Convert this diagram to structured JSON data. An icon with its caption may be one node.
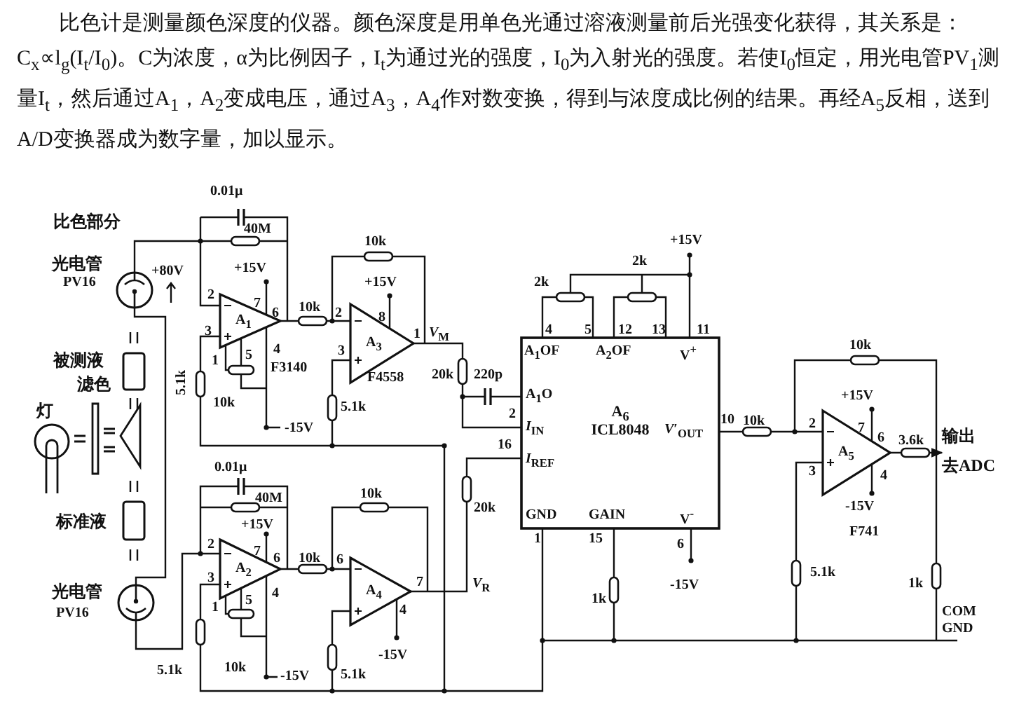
{
  "diagram": {
    "nodes": [
      {
        "text": [
          "A$_{1}$"
        ],
        "beside": [
          "F3140",
          "+15V"
        ]
      },
      {
        "text": [
          "A$_{3}$"
        ],
        "beside": [
          "F4558",
          "+15V"
        ]
      },
      {
        "text": [
          "A$_{2}$"
        ],
        "beside": [
          "+15V"
        ]
      },
      {
        "text": [
          "A$_{4}$"
        ],
        "beside": [
          "-15V"
        ]
      },
      {
        "text": [
          "A$_{6}$",
          "ICL8048"
        ]
      },
      {
        "text": [
          "A$_{5}$"
        ],
        "beside": [
          "F741",
          "+15V"
        ]
      },
      {
        "text": [],
        "shape": "circle",
        "beside": [
          "光电管",
          "PV16"
        ]
      },
      {
        "text": [],
        "shape": "circle",
        "beside": [
          "光电管",
          "PV16"
        ]
      },
      {
        "text": [
          "输出",
          "去ADC"
        ]
      }
    ],
    "edges": [
      {
        "from": 0,
        "to": 1,
        "arrow": "none"
      },
      {
        "from": 1,
        "to": 4,
        "arrow": "none"
      },
      {
        "from": 2,
        "to": 3,
        "arrow": "none"
      },
      {
        "from": 3,
        "to": 4,
        "arrow": "none"
      },
      {
        "from": 4,
        "to": 5,
        "arrow": "none"
      },
      {
        "from": 5,
        "to": 8,
        "arrow": "to"
      },
      {
        "from": 6,
        "to": 0,
        "arrow": "none"
      },
      {
        "from": 6,
        "to": 7,
        "arrow": "none"
      },
      {
        "from": 7,
        "to": 2,
        "arrow": "none"
      }
    ],
    "labels": [
      "比色计是测量颜色深度的仪器。颜色深度是用单色光通过溶液测量前后光强变化获得，其关系是：C$_{x}$∝l$_{g}$(I$_{t}$/I$_{0}$)。C为浓度，α为比例因子，I$_{t}$为通过光的强度，I$_{0}$为入射光的强度。若使I$_{0}$恒定，用光电管PV$_{1}$测量I$_{t}$，然后通过A$_{1}$，A$_{2}$变成电压，通过A$_{3}$，A$_{4}$作对数变换，得到与浓度成比例的结果。再经A$_{5}$反相，送到A/D变换器成为数字量，加以显示。",
      "比色部分",
      "+80V",
      "0.01μ",
      "40M",
      "2",
      "7",
      "6",
      "3",
      "1",
      "5",
      "4",
      "5.1k",
      "10k",
      "-15V",
      "10k",
      "10k",
      "2",
      "8",
      "3",
      "1",
      "*V*$_{M}$",
      "5.1k",
      "20k",
      "220p",
      "被测液",
      "滤色",
      "灯",
      "标准液",
      "0.01μ",
      "40M",
      "2",
      "7",
      "6",
      "3",
      "1",
      "5",
      "4",
      "10k",
      "10k",
      "6",
      "7",
      "4",
      "5.1k",
      "10k",
      "-15V",
      "5.1k",
      "*V*$_{R}$",
      "20k",
      "+15V",
      "2k",
      "2k",
      "4",
      "5",
      "12",
      "13",
      "11",
      "A$_{1}$OF",
      "A$_{2}$OF",
      "V$^{+}$",
      "A$_{1}$O",
      "2",
      "*I*$_{IN}$",
      "16",
      "*I*$_{REF}$",
      "*V*′$_{OUT}$",
      "10",
      "GND",
      "GAIN",
      "V$^{-}$",
      "1",
      "15",
      "6",
      "-15V",
      "1k",
      "10k",
      "10k",
      "2",
      "7",
      "6",
      "3",
      "4",
      "3.6k",
      "-15V",
      "5.1k",
      "1k",
      "COM GND"
    ]
  }
}
